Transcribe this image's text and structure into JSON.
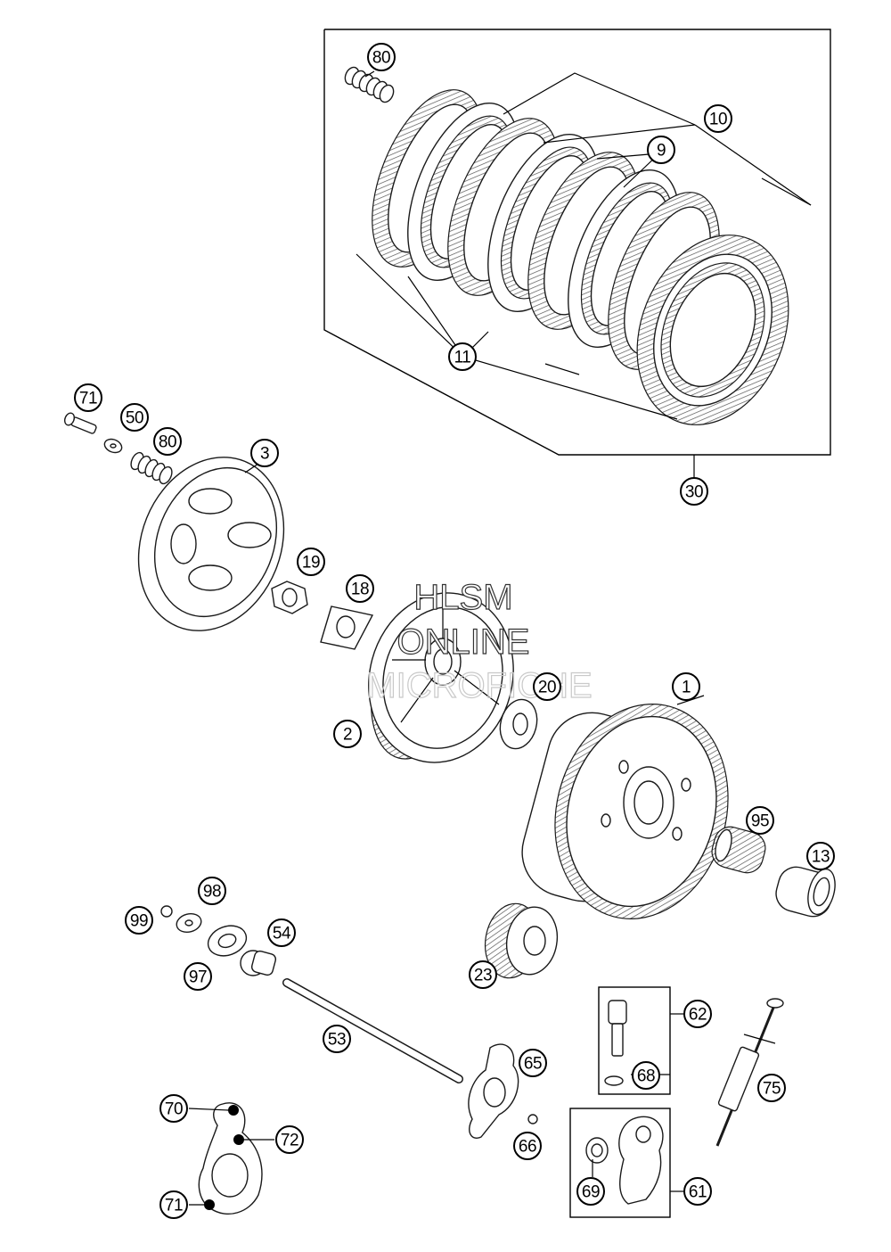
{
  "watermark": {
    "line1": "HLSM",
    "line2": "ONLINE",
    "line3": "MICROFICHE"
  },
  "callouts": [
    {
      "id": "c80a",
      "label": "80"
    },
    {
      "id": "c10",
      "label": "10"
    },
    {
      "id": "c9",
      "label": "9"
    },
    {
      "id": "c11",
      "label": "11"
    },
    {
      "id": "c30",
      "label": "30"
    },
    {
      "id": "c71a",
      "label": "71"
    },
    {
      "id": "c50",
      "label": "50"
    },
    {
      "id": "c80b",
      "label": "80"
    },
    {
      "id": "c3",
      "label": "3"
    },
    {
      "id": "c19",
      "label": "19"
    },
    {
      "id": "c18",
      "label": "18"
    },
    {
      "id": "c2",
      "label": "2"
    },
    {
      "id": "c20",
      "label": "20"
    },
    {
      "id": "c1",
      "label": "1"
    },
    {
      "id": "c95",
      "label": "95"
    },
    {
      "id": "c13",
      "label": "13"
    },
    {
      "id": "c98",
      "label": "98"
    },
    {
      "id": "c99",
      "label": "99"
    },
    {
      "id": "c54",
      "label": "54"
    },
    {
      "id": "c97",
      "label": "97"
    },
    {
      "id": "c23",
      "label": "23"
    },
    {
      "id": "c53",
      "label": "53"
    },
    {
      "id": "c62",
      "label": "62"
    },
    {
      "id": "c68",
      "label": "68"
    },
    {
      "id": "c65",
      "label": "65"
    },
    {
      "id": "c75",
      "label": "75"
    },
    {
      "id": "c66",
      "label": "66"
    },
    {
      "id": "c70",
      "label": "70"
    },
    {
      "id": "c72",
      "label": "72"
    },
    {
      "id": "c71b",
      "label": "71"
    },
    {
      "id": "c69",
      "label": "69"
    },
    {
      "id": "c61",
      "label": "61"
    }
  ]
}
